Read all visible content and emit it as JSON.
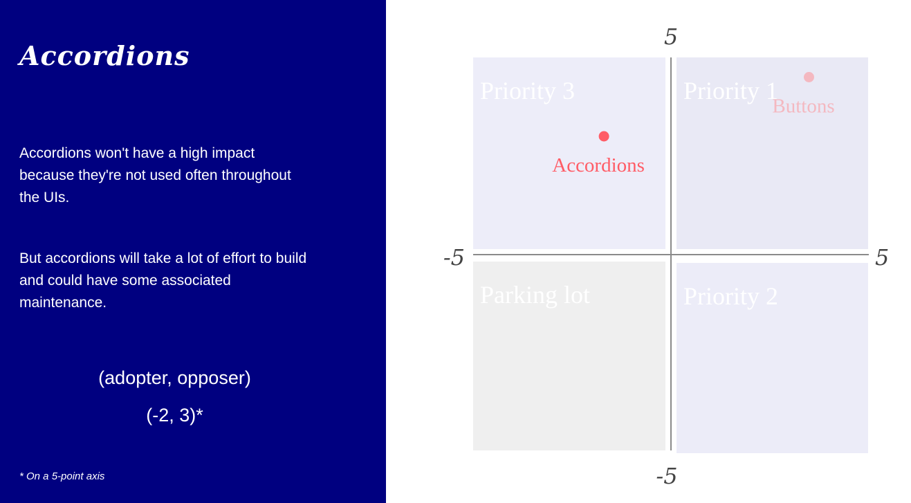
{
  "slide": {
    "title": "Accordions",
    "paragraph_1": "Accordions won't have a high impact because they're not used often throughout the UIs.",
    "paragraph_2": "But accordions will take a lot of effort to build and could have some associated maintenance.",
    "coords_label": "(adopter, opposer)",
    "coords_value": "(-2, 3)*",
    "footnote": "* On a 5-point axis",
    "panel_color": "#000080"
  },
  "chart_data": {
    "type": "scatter",
    "xlim": [
      -5,
      5
    ],
    "ylim": [
      -5,
      5
    ],
    "axis_ticks": {
      "top": "5",
      "bottom": "-5",
      "left": "-5",
      "right": "5"
    },
    "quadrants": [
      {
        "label": "Priority 3",
        "color": "#ededf9",
        "position": "top-left"
      },
      {
        "label": "Priority 1",
        "color": "#e9e9f5",
        "position": "top-right"
      },
      {
        "label": "Parking lot",
        "color": "#efefef",
        "position": "bottom-left"
      },
      {
        "label": "Priority 2",
        "color": "#ececf8",
        "position": "bottom-right"
      }
    ],
    "points": [
      {
        "label": "Accordions",
        "x": -1.7,
        "y": 3.0,
        "color": "#ff5c66"
      },
      {
        "label": "Buttons",
        "x": 3.5,
        "y": 4.5,
        "color": "#f4b8c0"
      }
    ],
    "axis_color": "#8a8a8a",
    "quadrant_label_color": "#ffffff"
  }
}
